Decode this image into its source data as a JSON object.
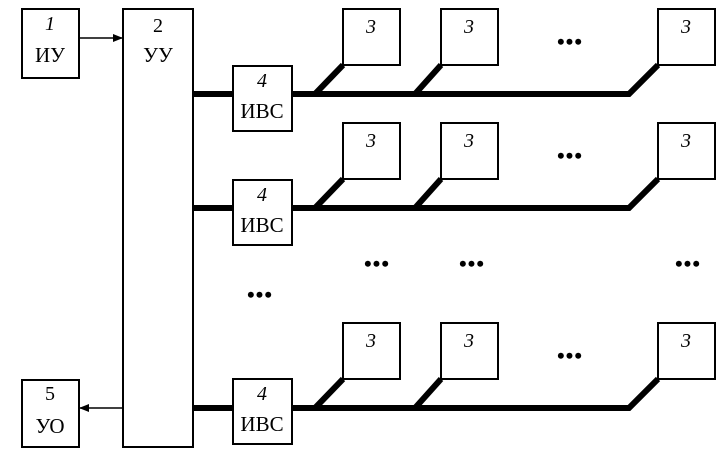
{
  "diagram": {
    "blocks": {
      "input_device": {
        "number": "1",
        "label": "ИУ"
      },
      "control_device": {
        "number": "2",
        "label": "УУ"
      },
      "output_device": {
        "number": "5",
        "label": "УО"
      }
    },
    "channels": [
      {
        "ivs": {
          "number": "4",
          "label": "ИВС"
        },
        "nodes": [
          "3",
          "3",
          "3"
        ],
        "ellipsis": "•••"
      },
      {
        "ivs": {
          "number": "4",
          "label": "ИВС"
        },
        "nodes": [
          "3",
          "3",
          "3"
        ],
        "ellipsis": "•••"
      },
      {
        "ivs": {
          "number": "4",
          "label": "ИВС"
        },
        "nodes": [
          "3",
          "3",
          "3"
        ],
        "ellipsis": "•••"
      }
    ],
    "middle_ellipses": [
      "•••",
      "•••",
      "•••",
      "•••"
    ],
    "connections": [
      {
        "from": "1",
        "to": "2",
        "type": "arrow"
      },
      {
        "from": "2",
        "to": "5",
        "type": "arrow"
      },
      {
        "from": "2",
        "to": "4",
        "type": "bus"
      },
      {
        "from": "4",
        "to": "3",
        "type": "bus"
      }
    ]
  }
}
